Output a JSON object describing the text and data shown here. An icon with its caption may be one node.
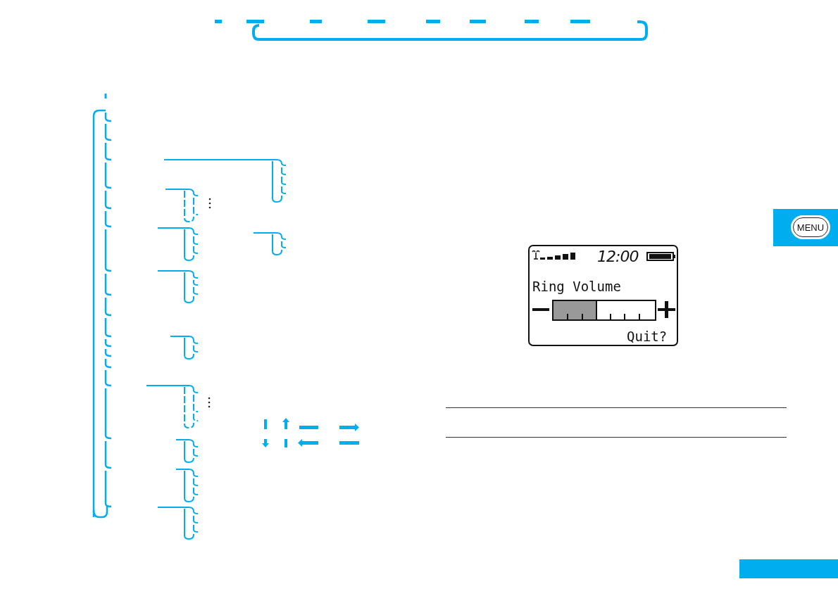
{
  "diagram": {
    "nodes": [
      {
        "text": [
          "MENU"
        ]
      },
      {
        "text": [
          "12:00",
          "Ring Volume",
          "Quit?"
        ]
      }
    ]
  }
}
